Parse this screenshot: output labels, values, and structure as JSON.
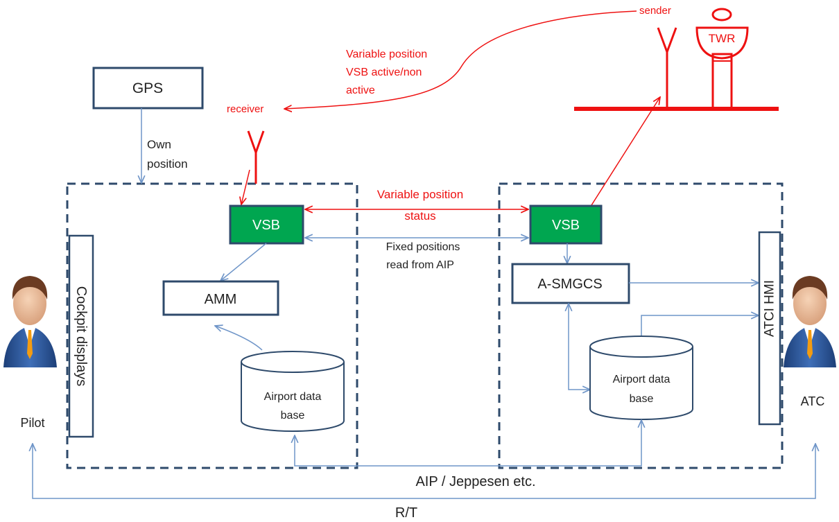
{
  "colors": {
    "box_stroke": "#2e4a6b",
    "arrow_blue": "#6f95c8",
    "signal_red": "#ee1111",
    "vsb_fill": "#00a650",
    "text_dark": "#222222"
  },
  "labels": {
    "gps": "GPS",
    "own_position_1": "Own",
    "own_position_2": "position",
    "receiver": "receiver",
    "sender": "sender",
    "twr": "TWR",
    "broadcast_1": "Variable position",
    "broadcast_2": "VSB active/non",
    "broadcast_3": "active",
    "vsb_aircraft": "VSB",
    "vsb_ground": "VSB",
    "variable_status_1": "Variable position",
    "variable_status_2": "status",
    "fixed_positions_1": "Fixed positions",
    "fixed_positions_2": "read from AIP",
    "amm": "AMM",
    "asmgcs": "A-SMGCS",
    "airport_db_left_1": "Airport data",
    "airport_db_left_2": "base",
    "airport_db_right_1": "Airport data",
    "airport_db_right_2": "base",
    "cockpit_displays": "Cockpit displays",
    "atci_hmi": "ATCI HMI",
    "pilot": "Pilot",
    "atc": "ATC",
    "aip_jeppesen": "AIP / Jeppesen etc.",
    "rt": "R/T"
  },
  "icons": {
    "pilot": "person-icon",
    "atc": "person-icon"
  }
}
